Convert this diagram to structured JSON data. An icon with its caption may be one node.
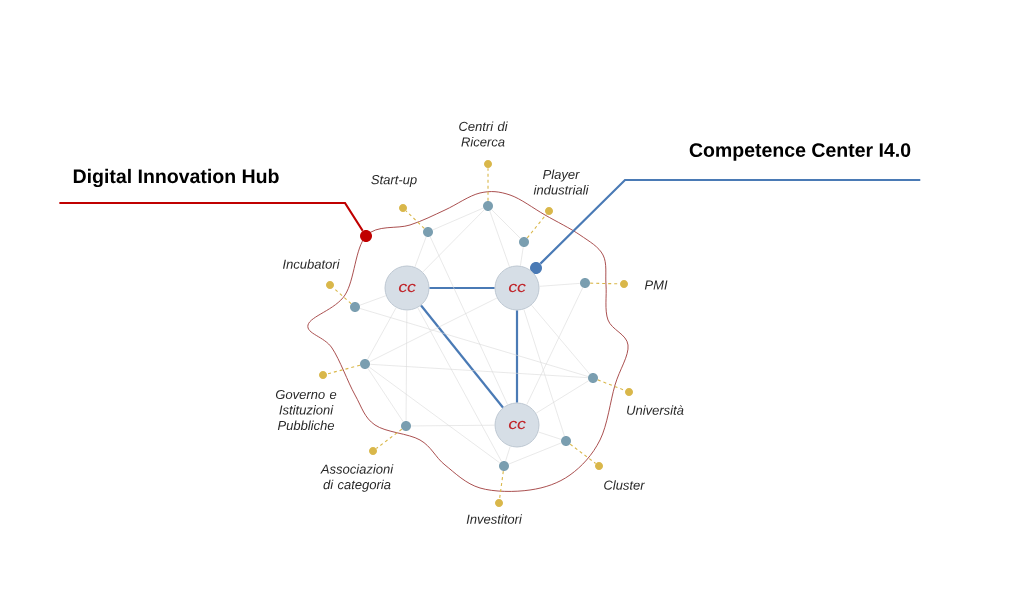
{
  "diagram": {
    "nodes": [
      {
        "text": [
          "Digital Innovation Hub"
        ]
      },
      {
        "text": [
          "Competence Center I4.0"
        ]
      },
      {
        "text": [],
        "shape": "cloud"
      },
      {
        "text": [],
        "shape": "circle"
      },
      {
        "text": [],
        "shape": "circle",
        "in": 2
      },
      {
        "text": [
          "CC"
        ],
        "in": 2
      },
      {
        "text": [
          "CC"
        ],
        "in": 2
      },
      {
        "text": [
          "CC"
        ],
        "in": 2
      },
      {
        "text": [],
        "shape": "circle",
        "in": 2
      },
      {
        "text": [],
        "shape": "circle",
        "in": 2
      },
      {
        "text": [],
        "shape": "circle",
        "in": 2
      },
      {
        "text": [],
        "shape": "circle",
        "in": 2
      },
      {
        "text": [],
        "shape": "circle",
        "in": 2
      },
      {
        "text": [],
        "shape": "circle",
        "in": 2
      },
      {
        "text": [],
        "shape": "circle",
        "in": 2
      },
      {
        "text": [],
        "shape": "circle",
        "in": 2
      },
      {
        "text": [],
        "shape": "circle",
        "in": 2
      },
      {
        "text": [],
        "shape": "circle",
        "in": 2
      },
      {
        "text": [],
        "shape": "circle",
        "beside": [
          "Centri di Ricerca"
        ]
      },
      {
        "text": [],
        "shape": "circle",
        "beside": [
          "Start-up"
        ]
      },
      {
        "text": [],
        "shape": "circle",
        "beside": [
          "Player industriali"
        ]
      },
      {
        "text": [],
        "shape": "circle",
        "beside": [
          "Incubatori"
        ]
      },
      {
        "text": [],
        "shape": "circle",
        "beside": [
          "PMI"
        ]
      },
      {
        "text": [],
        "shape": "circle",
        "beside": [
          "Governo e Istituzioni Pubbliche"
        ]
      },
      {
        "text": [],
        "shape": "circle",
        "beside": [
          "Università"
        ]
      },
      {
        "text": [],
        "shape": "circle",
        "beside": [
          "Associazioni di categoria"
        ]
      },
      {
        "text": [],
        "shape": "circle",
        "beside": [
          "Cluster"
        ]
      },
      {
        "text": [],
        "shape": "circle",
        "beside": [
          "Investitori"
        ]
      }
    ],
    "edges": [
      {
        "from": 0,
        "to": 3,
        "arrow": "none",
        "style": "thick",
        "color": "#c00000"
      },
      {
        "from": 1,
        "to": 4,
        "arrow": "none",
        "style": "thick",
        "color": "#4a7ab5"
      },
      {
        "from": 5,
        "to": 6,
        "arrow": "none",
        "style": "thick",
        "color": "#4a7ab5"
      },
      {
        "from": 5,
        "to": 7,
        "arrow": "none",
        "style": "thick",
        "color": "#4a7ab5"
      },
      {
        "from": 6,
        "to": 7,
        "arrow": "none",
        "style": "thick",
        "color": "#4a7ab5"
      },
      {
        "from": 8,
        "to": 18,
        "arrow": "none",
        "style": "dashed",
        "color": "#d9b74a"
      },
      {
        "from": 9,
        "to": 19,
        "arrow": "none",
        "style": "dashed",
        "color": "#d9b74a"
      },
      {
        "from": 10,
        "to": 20,
        "arrow": "none",
        "style": "dashed",
        "color": "#d9b74a"
      },
      {
        "from": 11,
        "to": 21,
        "arrow": "none",
        "style": "dashed",
        "color": "#d9b74a"
      },
      {
        "from": 12,
        "to": 22,
        "arrow": "none",
        "style": "dashed",
        "color": "#d9b74a"
      },
      {
        "from": 13,
        "to": 23,
        "arrow": "none",
        "style": "dashed",
        "color": "#d9b74a"
      },
      {
        "from": 14,
        "to": 24,
        "arrow": "none",
        "style": "dashed",
        "color": "#d9b74a"
      },
      {
        "from": 15,
        "to": 25,
        "arrow": "none",
        "style": "dashed",
        "color": "#d9b74a"
      },
      {
        "from": 16,
        "to": 26,
        "arrow": "none",
        "style": "dashed",
        "color": "#d9b74a"
      },
      {
        "from": 17,
        "to": 27,
        "arrow": "none",
        "style": "dashed",
        "color": "#d9b74a"
      },
      {
        "from": 9,
        "to": 8,
        "arrow": "none"
      },
      {
        "from": 8,
        "to": 10,
        "arrow": "none"
      },
      {
        "from": 9,
        "to": 5,
        "arrow": "none"
      },
      {
        "from": 8,
        "to": 5,
        "arrow": "none"
      },
      {
        "from": 8,
        "to": 6,
        "arrow": "none"
      },
      {
        "from": 10,
        "to": 6,
        "arrow": "none"
      },
      {
        "from": 6,
        "to": 12,
        "arrow": "none"
      },
      {
        "from": 11,
        "to": 5,
        "arrow": "none"
      },
      {
        "from": 13,
        "to": 5,
        "arrow": "none"
      },
      {
        "from": 13,
        "to": 6,
        "arrow": "none"
      },
      {
        "from": 13,
        "to": 14,
        "arrow": "none"
      },
      {
        "from": 15,
        "to": 7,
        "arrow": "none"
      },
      {
        "from": 15,
        "to": 5,
        "arrow": "none"
      },
      {
        "from": 17,
        "to": 7,
        "arrow": "none"
      },
      {
        "from": 17,
        "to": 5,
        "arrow": "none"
      },
      {
        "from": 16,
        "to": 7,
        "arrow": "none"
      },
      {
        "from": 16,
        "to": 6,
        "arrow": "none"
      },
      {
        "from": 14,
        "to": 7,
        "arrow": "none"
      },
      {
        "from": 14,
        "to": 6,
        "arrow": "none"
      },
      {
        "from": 12,
        "to": 7,
        "arrow": "none"
      },
      {
        "from": 9,
        "to": 7,
        "arrow": "none"
      },
      {
        "from": 11,
        "to": 14,
        "arrow": "none"
      },
      {
        "from": 13,
        "to": 17,
        "arrow": "none"
      },
      {
        "from": 17,
        "to": 16,
        "arrow": "none"
      },
      {
        "from": 15,
        "to": 13,
        "arrow": "none"
      }
    ]
  }
}
